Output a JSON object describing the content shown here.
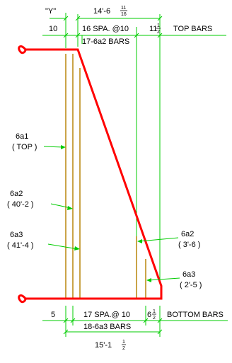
{
  "colors": {
    "outline": "#ff0000",
    "dimension": "#00cc00",
    "rebar": "#b8860b",
    "text": "#000000",
    "background": "#ffffff"
  },
  "labels": {
    "y_dim": "\"Y\"",
    "top_overall": "14'-6",
    "top_overall_frac_num": "11",
    "top_overall_frac_den": "16",
    "top_left_10": "10",
    "top_spacing": "16 SPA. @10",
    "top_right_whole": "11",
    "top_right_frac_num": "1",
    "top_right_frac_den": "2",
    "top_bars": "TOP BARS",
    "top_bars_count": "17-6a2 BARS",
    "mark_6a1": "6a1",
    "mark_6a1_note": "( TOP )",
    "mark_6a2_left": "6a2",
    "mark_6a2_left_len": "( 40'-2 )",
    "mark_6a3_left": "6a3",
    "mark_6a3_left_len": "( 41'-4 )",
    "mark_6a2_right": "6a2",
    "mark_6a2_right_len": "( 3'-6 )",
    "mark_6a3_right": "6a3",
    "mark_6a3_right_len": "( 2'-5 )",
    "bottom_left_5": "5",
    "bottom_spacing": "17 SPA.@ 10",
    "bottom_right_whole": "6",
    "bottom_right_frac_num": "1",
    "bottom_right_frac_den": "2",
    "bottom_bars": "BOTTOM BARS",
    "bottom_bars_count": "18-6a3 BARS",
    "bottom_overall": "15'-1",
    "bottom_overall_frac_num": "1",
    "bottom_overall_frac_den": "2"
  }
}
